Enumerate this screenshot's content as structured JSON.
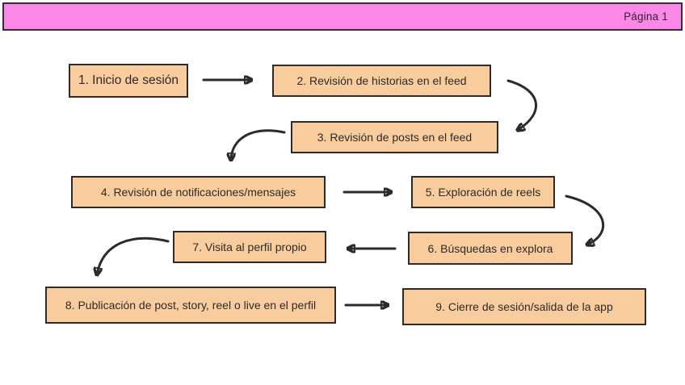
{
  "page": {
    "title": "Página 1"
  },
  "colors": {
    "header_bg": "#fb87e7",
    "header_border": "#3a2b35",
    "node_bg": "#f9cc9e",
    "node_border": "#2e2a28",
    "text": "#2b2b2b",
    "arrow": "#2b2b2b",
    "canvas_bg": "#ffffff"
  },
  "flowchart": {
    "nodes": [
      {
        "id": 1,
        "label": "1. Inicio de sesión"
      },
      {
        "id": 2,
        "label": "2. Revisión de historias en el feed"
      },
      {
        "id": 3,
        "label": "3. Revisión de posts en el feed"
      },
      {
        "id": 4,
        "label": "4. Revisión de notificaciones/mensajes"
      },
      {
        "id": 5,
        "label": "5. Exploración de reels"
      },
      {
        "id": 6,
        "label": "6. Búsquedas en explora"
      },
      {
        "id": 7,
        "label": "7. Visita al perfil propio"
      },
      {
        "id": 8,
        "label": "8. Publicación de post, story, reel o live en el perfil"
      },
      {
        "id": 9,
        "label": "9. Cierre de sesión/salida de la app"
      }
    ],
    "connections": [
      {
        "from": 1,
        "to": 2,
        "style": "straight-right"
      },
      {
        "from": 2,
        "to": 3,
        "style": "curved-down-left"
      },
      {
        "from": 3,
        "to": 4,
        "style": "curved-down-left"
      },
      {
        "from": 4,
        "to": 5,
        "style": "straight-right"
      },
      {
        "from": 5,
        "to": 6,
        "style": "curved-down-left"
      },
      {
        "from": 6,
        "to": 7,
        "style": "straight-left"
      },
      {
        "from": 7,
        "to": 8,
        "style": "curved-down-left"
      },
      {
        "from": 8,
        "to": 9,
        "style": "straight-right"
      }
    ]
  }
}
